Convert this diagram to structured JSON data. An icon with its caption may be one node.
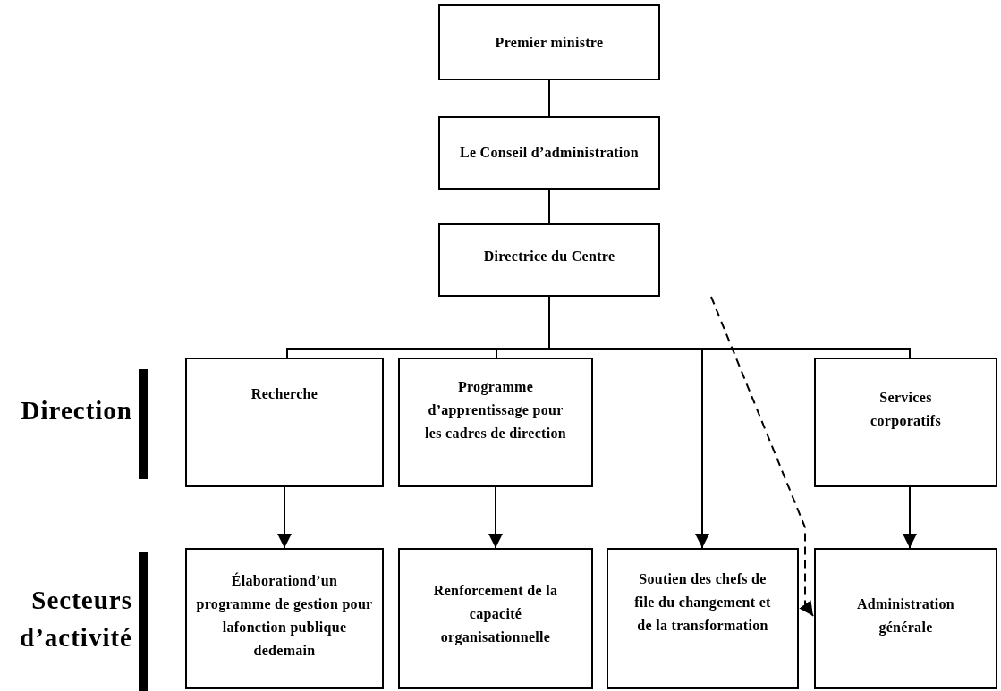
{
  "diagram": {
    "nodes": [
      {
        "text": [
          "Premier ministre"
        ]
      },
      {
        "text": [
          "Le Conseil d’administration"
        ]
      },
      {
        "text": [
          "Directrice du Centre"
        ]
      },
      {
        "text": [
          "Recherche"
        ]
      },
      {
        "text": [
          "Programme d’apprentissage pour les cadres de direction"
        ]
      },
      {
        "text": [
          "Services corporatifs"
        ]
      },
      {
        "text": [
          "Élaborationd’un programme de gestion pour lafonction publique dedemain"
        ]
      },
      {
        "text": [
          "Renforcement de la capacité organisationnelle"
        ]
      },
      {
        "text": [
          "Soutien des chefs de file du changement et de la transformation"
        ]
      },
      {
        "text": [
          "Administration générale"
        ]
      }
    ],
    "edges": [
      {
        "from": 0,
        "to": 1,
        "arrow": "none"
      },
      {
        "from": 1,
        "to": 2,
        "arrow": "none"
      },
      {
        "from": 2,
        "to": 3,
        "arrow": "none"
      },
      {
        "from": 2,
        "to": 4,
        "arrow": "none"
      },
      {
        "from": 2,
        "to": 8,
        "arrow": "to"
      },
      {
        "from": 2,
        "to": 5,
        "arrow": "none"
      },
      {
        "from": 3,
        "to": 6,
        "arrow": "to"
      },
      {
        "from": 4,
        "to": 7,
        "arrow": "to"
      },
      {
        "from": 5,
        "to": 9,
        "arrow": "to"
      },
      {
        "from": 2,
        "to": 9,
        "arrow": "to",
        "style": "dashed"
      }
    ],
    "labels": [
      "Direction",
      "Secteurs d’activité"
    ]
  }
}
